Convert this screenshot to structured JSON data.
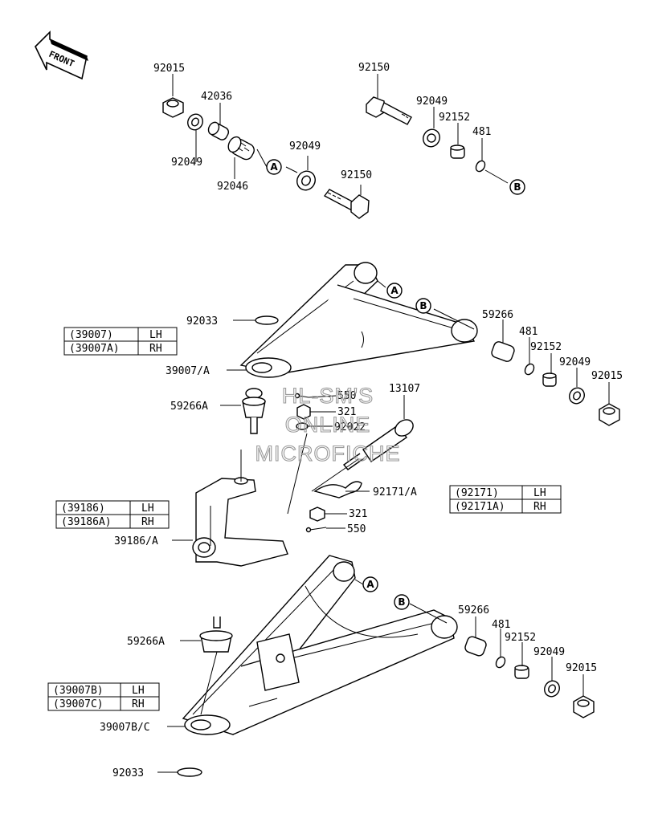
{
  "front_arrow": {
    "text": "FRONT"
  },
  "parts": {
    "p92015_a": "92015",
    "p92049_a": "92049",
    "p42036": "42036",
    "p92046": "92046",
    "p92049_b": "92049",
    "p92150_a": "92150",
    "p92150_b": "92150",
    "p92049_c": "92049",
    "p92152_a": "92152",
    "p481_a": "481",
    "p92033_a": "92033",
    "p39007A": "39007/A",
    "p59266A_a": "59266A",
    "p59266_a": "59266",
    "p481_b": "481",
    "p92152_b": "92152",
    "p92049_d": "92049",
    "p92015_b": "92015",
    "p550_a": "550",
    "p321_a": "321",
    "p92022": "92022",
    "p13107": "13107",
    "p92171A": "92171/A",
    "p321_b": "321",
    "p550_b": "550",
    "p39186A": "39186/A",
    "p59266A_b": "59266A",
    "p59266_b": "59266",
    "p481_c": "481",
    "p92152_c": "92152",
    "p92049_e": "92049",
    "p92015_c": "92015",
    "p39007BC": "39007B/C",
    "p92033_b": "92033"
  },
  "callouts": {
    "A": "A",
    "B": "B"
  },
  "tables": {
    "t39007": [
      [
        "(39007)",
        "LH"
      ],
      [
        "(39007A)",
        "RH"
      ]
    ],
    "t39186": [
      [
        "(39186)",
        "LH"
      ],
      [
        "(39186A)",
        "RH"
      ]
    ],
    "t92171": [
      [
        "(92171)",
        "LH"
      ],
      [
        "(92171A)",
        "RH"
      ]
    ],
    "t39007B": [
      [
        "(39007B)",
        "LH"
      ],
      [
        "(39007C)",
        "RH"
      ]
    ]
  },
  "watermark": {
    "line1": "HL-SM'S",
    "line2": "ONLINE",
    "line3": "MICROFICHE"
  }
}
